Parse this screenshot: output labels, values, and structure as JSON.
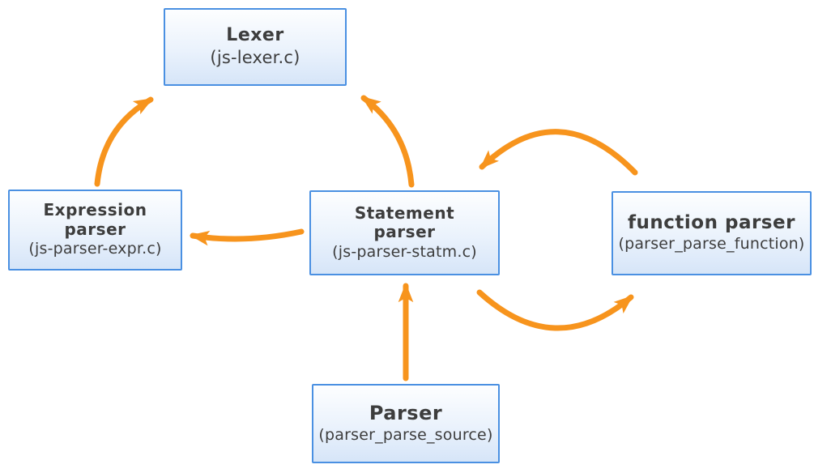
{
  "colors": {
    "arrow_orange": "#F7941D",
    "node_border": "#4A90E2",
    "node_fill_top": "#FDFEFF",
    "node_fill_bottom": "#D6E5F8",
    "node_text": "#3D3D3D"
  },
  "nodes": {
    "lexer": {
      "title": "Lexer",
      "subtitle": "(js-lexer.c)"
    },
    "expression_parser": {
      "title": "Expression\nparser",
      "subtitle": "(js-parser-expr.c)"
    },
    "statement_parser": {
      "title": "Statement\nparser",
      "subtitle": "(js-parser-statm.c)"
    },
    "function_parser": {
      "title": "function parser",
      "subtitle": "(parser_parse_function)"
    },
    "parser": {
      "title": "Parser",
      "subtitle": "(parser_parse_source)"
    }
  },
  "edges": [
    {
      "from": "expression_parser",
      "to": "lexer",
      "shape": "curved"
    },
    {
      "from": "statement_parser",
      "to": "lexer",
      "shape": "curved"
    },
    {
      "from": "statement_parser",
      "to": "expression_parser",
      "shape": "curved"
    },
    {
      "from": "function_parser",
      "to": "statement_parser",
      "shape": "arc-over-top"
    },
    {
      "from": "statement_parser",
      "to": "function_parser",
      "shape": "arc-under-bottom"
    },
    {
      "from": "parser",
      "to": "statement_parser",
      "shape": "straight-up"
    }
  ]
}
